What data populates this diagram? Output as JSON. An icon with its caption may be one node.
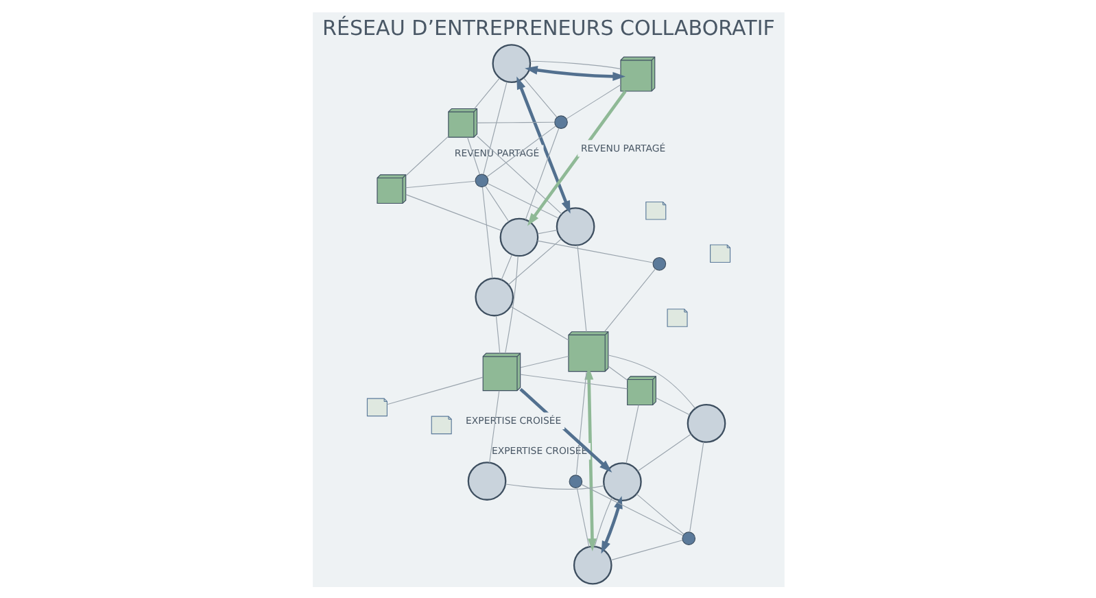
{
  "diagram": {
    "title": "RÉSEAU D’ENTREPRENEURS COLLABORATIF",
    "nodes": [
      {
        "text": [],
        "shape": "person"
      },
      {
        "text": [],
        "shape": "person"
      },
      {
        "text": [],
        "shape": "person"
      },
      {
        "text": [],
        "shape": "box"
      },
      {
        "text": [],
        "shape": "box"
      },
      {
        "text": [],
        "shape": "picture"
      },
      {
        "text": [],
        "shape": "circle"
      },
      {
        "text": [],
        "shape": "box"
      },
      {
        "text": [],
        "shape": "person"
      },
      {
        "text": [],
        "shape": "picture"
      },
      {
        "text": [],
        "shape": "circle"
      },
      {
        "text": [],
        "shape": "circle"
      },
      {
        "text": [],
        "shape": "person"
      },
      {
        "text": [],
        "shape": "picture"
      },
      {
        "text": [],
        "shape": "circle"
      },
      {
        "text": [],
        "shape": "circle"
      },
      {
        "text": [],
        "shape": "box"
      },
      {
        "text": [],
        "shape": "person"
      },
      {
        "text": [],
        "shape": "person"
      },
      {
        "text": [],
        "shape": "box"
      },
      {
        "text": [],
        "shape": "picture"
      },
      {
        "text": [],
        "shape": "picture"
      },
      {
        "text": [],
        "shape": "person"
      },
      {
        "text": [],
        "shape": "box"
      }
    ],
    "edges": [
      {
        "from": 0,
        "to": 3,
        "arrow": "none"
      },
      {
        "from": 0,
        "to": 10,
        "arrow": "none"
      },
      {
        "from": 0,
        "to": 15,
        "arrow": "none"
      },
      {
        "from": 0,
        "to": 19,
        "arrow": "none"
      },
      {
        "from": 3,
        "to": 1,
        "arrow": "none"
      },
      {
        "from": 3,
        "to": 15,
        "arrow": "none"
      },
      {
        "from": 3,
        "to": 7,
        "arrow": "none"
      },
      {
        "from": 3,
        "to": 10,
        "arrow": "none"
      },
      {
        "from": 7,
        "to": 10,
        "arrow": "none"
      },
      {
        "from": 7,
        "to": 17,
        "arrow": "none"
      },
      {
        "from": 10,
        "to": 8,
        "arrow": "none"
      },
      {
        "from": 10,
        "to": 17,
        "arrow": "none"
      },
      {
        "from": 10,
        "to": 15,
        "arrow": "none"
      },
      {
        "from": 10,
        "to": 1,
        "arrow": "none"
      },
      {
        "from": 15,
        "to": 19,
        "arrow": "none"
      },
      {
        "from": 15,
        "to": 17,
        "arrow": "none"
      },
      {
        "from": 1,
        "to": 17,
        "arrow": "none"
      },
      {
        "from": 1,
        "to": 8,
        "arrow": "none"
      },
      {
        "from": 1,
        "to": 4,
        "arrow": "none"
      },
      {
        "from": 8,
        "to": 17,
        "arrow": "none"
      },
      {
        "from": 8,
        "to": 23,
        "arrow": "none"
      },
      {
        "from": 8,
        "to": 4,
        "arrow": "none"
      },
      {
        "from": 17,
        "to": 14,
        "arrow": "none"
      },
      {
        "from": 17,
        "to": 23,
        "arrow": "none"
      },
      {
        "from": 14,
        "to": 4,
        "arrow": "none"
      },
      {
        "from": 4,
        "to": 6,
        "arrow": "none"
      },
      {
        "from": 4,
        "to": 12,
        "arrow": "none"
      },
      {
        "from": 4,
        "to": 16,
        "arrow": "none"
      },
      {
        "from": 4,
        "to": 23,
        "arrow": "none"
      },
      {
        "from": 13,
        "to": 23,
        "arrow": "none"
      },
      {
        "from": 6,
        "to": 2,
        "arrow": "none"
      },
      {
        "from": 6,
        "to": 11,
        "arrow": "none"
      },
      {
        "from": 11,
        "to": 2,
        "arrow": "none"
      },
      {
        "from": 11,
        "to": 12,
        "arrow": "none"
      },
      {
        "from": 11,
        "to": 18,
        "arrow": "none"
      },
      {
        "from": 12,
        "to": 16,
        "arrow": "none"
      },
      {
        "from": 12,
        "to": 18,
        "arrow": "none"
      },
      {
        "from": 2,
        "to": 18,
        "arrow": "none"
      },
      {
        "from": 16,
        "to": 18,
        "arrow": "none"
      },
      {
        "from": 16,
        "to": 23,
        "arrow": "none"
      },
      {
        "from": 22,
        "to": 18,
        "arrow": "none"
      },
      {
        "from": 23,
        "to": 22,
        "arrow": "none"
      },
      {
        "from": 0,
        "to": 19,
        "arrow": "both",
        "style": "thick",
        "color": "#52708f"
      },
      {
        "from": 2,
        "to": 18,
        "arrow": "both",
        "style": "thick",
        "color": "#52708f"
      },
      {
        "from": 0,
        "to": 1,
        "arrow": "both",
        "label": "REVENU PARTAGÉ",
        "style": "thick",
        "color": "#52708f"
      },
      {
        "from": 19,
        "to": 17,
        "arrow": "to",
        "label": "REVENU PARTAGÉ",
        "style": "thick",
        "color": "#8fb996"
      },
      {
        "from": 4,
        "to": 2,
        "arrow": "both",
        "label": "EXPERTISE CROISÉE",
        "style": "thick",
        "color": "#8fb996"
      },
      {
        "from": 23,
        "to": 18,
        "arrow": "to",
        "label": "EXPERTISE CROISÉE",
        "style": "thick",
        "color": "#52708f"
      }
    ]
  }
}
